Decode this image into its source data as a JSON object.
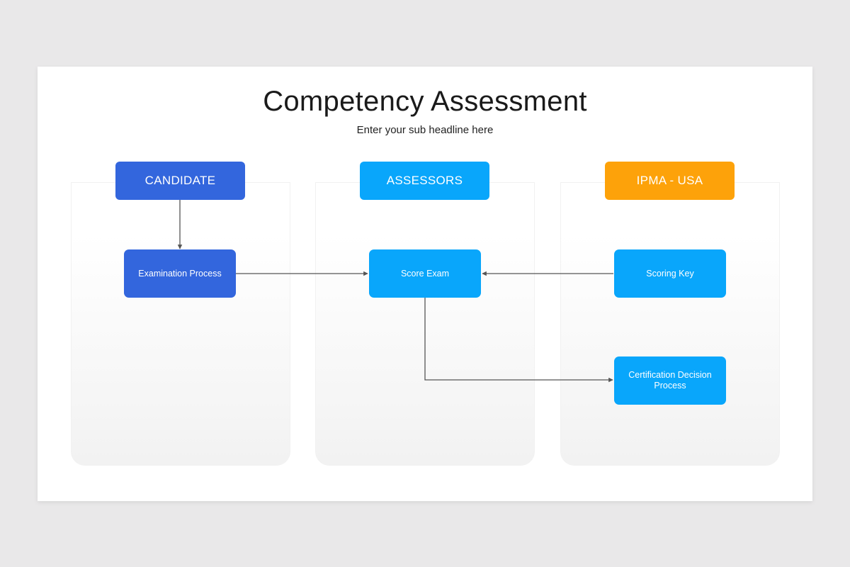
{
  "slide": {
    "title": "Competency Assessment",
    "subtitle": "Enter your sub headline here"
  },
  "lanes": {
    "candidate": {
      "header": "CANDIDATE",
      "color": "#3366dd",
      "nodes": {
        "examination": "Examination Process"
      }
    },
    "assessors": {
      "header": "ASSESSORS",
      "color": "#09a6fb",
      "nodes": {
        "score_exam": "Score Exam"
      }
    },
    "ipma": {
      "header": "IPMA - USA",
      "color": "#fda20a",
      "nodes": {
        "scoring_key": "Scoring Key",
        "certification": "Certification Decision Process"
      }
    }
  },
  "connections": [
    {
      "from": "CANDIDATE",
      "to": "Examination Process"
    },
    {
      "from": "Examination Process",
      "to": "Score Exam"
    },
    {
      "from": "Scoring Key",
      "to": "Score Exam"
    },
    {
      "from": "Score Exam",
      "to": "Certification Decision Process"
    }
  ],
  "colors": {
    "connector": "#555555",
    "node_blue": "#09a6fb",
    "node_dark_blue": "#3366dd"
  }
}
